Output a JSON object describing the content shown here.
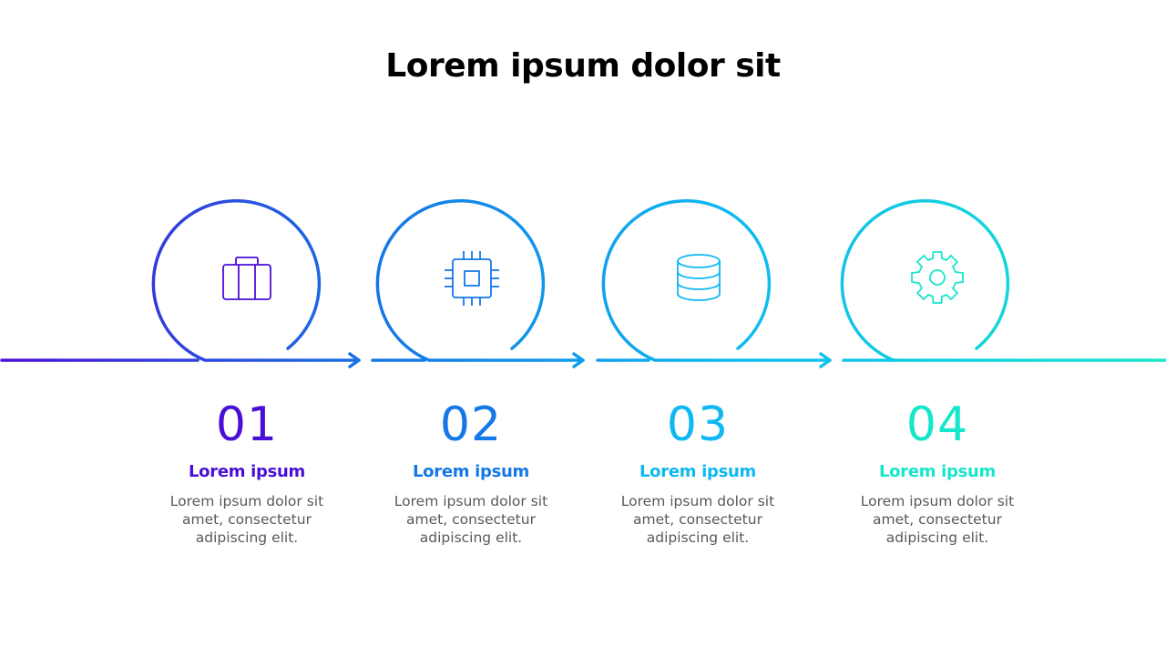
{
  "title": "Lorem ipsum dolor sit",
  "steps": [
    {
      "number": "01",
      "heading": "Lorem ipsum",
      "description": "Lorem ipsum dolor sit amet, consectetur adipiscing elit.",
      "icon": "briefcase-icon",
      "color": "#4A0FD6"
    },
    {
      "number": "02",
      "heading": "Lorem ipsum",
      "description": "Lorem ipsum dolor sit amet, consectetur adipiscing elit.",
      "icon": "cpu-chip-icon",
      "color": "#1478E6"
    },
    {
      "number": "03",
      "heading": "Lorem ipsum",
      "description": "Lorem ipsum dolor sit amet, consectetur adipiscing elit.",
      "icon": "database-icon",
      "color": "#0EB8F2"
    },
    {
      "number": "04",
      "heading": "Lorem ipsum",
      "description": "Lorem ipsum dolor sit amet, consectetur adipiscing elit.",
      "icon": "gear-icon",
      "color": "#16E6CC"
    }
  ]
}
